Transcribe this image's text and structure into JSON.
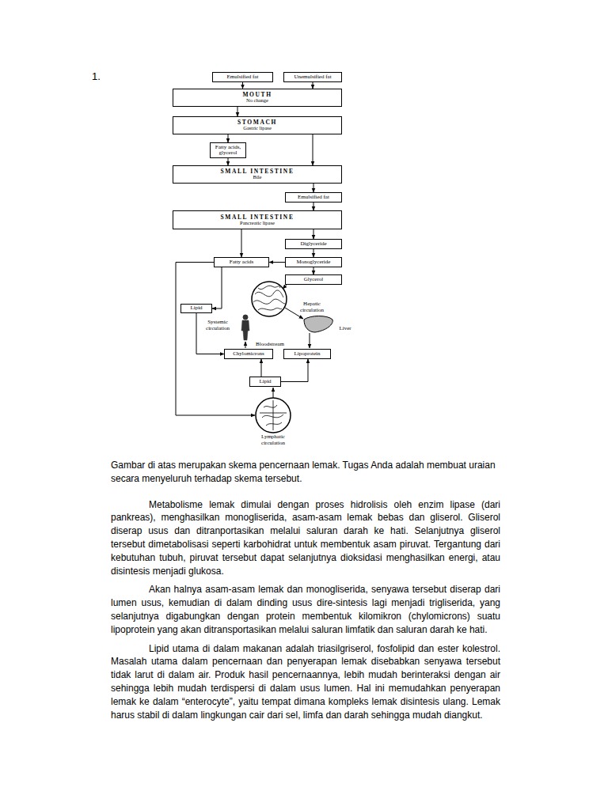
{
  "diagram": {
    "nodes": [
      {
        "text": [
          "Emulsified fat"
        ]
      },
      {
        "text": [
          "Unemulsified fat"
        ]
      },
      {
        "text": [
          "MOUTH",
          "No change"
        ]
      },
      {
        "text": [
          "STOMACH",
          "Gastric lipase"
        ]
      },
      {
        "text": [
          "Fatty acids, glycerol"
        ]
      },
      {
        "text": [
          "SMALL INTESTINE",
          "Bile"
        ]
      },
      {
        "text": [
          "Emulsified fat"
        ]
      },
      {
        "text": [
          "SMALL INTESTINE",
          "Pancreatic lipase"
        ]
      },
      {
        "text": [
          "Diglyceride"
        ]
      },
      {
        "text": [
          "Fatty acids"
        ]
      },
      {
        "text": [
          "Monoglyceride"
        ]
      },
      {
        "text": [
          "Glycerol"
        ]
      },
      {
        "text": [
          "Lipid"
        ]
      },
      {
        "text": [
          "Chylomicrons"
        ]
      },
      {
        "text": [
          "Lipoprotein"
        ]
      },
      {
        "text": [
          "Lipid"
        ]
      }
    ],
    "edges": [
      {
        "from": 0,
        "to": 2,
        "arrow": "to"
      },
      {
        "from": 1,
        "to": 2,
        "arrow": "to"
      },
      {
        "from": 2,
        "to": 3,
        "arrow": "to"
      },
      {
        "from": 3,
        "to": 4,
        "arrow": "to"
      },
      {
        "from": 4,
        "to": 5,
        "arrow": "to"
      },
      {
        "from": 3,
        "to": 5,
        "arrow": "to"
      },
      {
        "from": 5,
        "to": 6,
        "arrow": "to"
      },
      {
        "from": 6,
        "to": 7,
        "arrow": "to"
      },
      {
        "from": 7,
        "to": 8,
        "arrow": "to"
      },
      {
        "from": 8,
        "to": 10,
        "arrow": "to"
      },
      {
        "from": 10,
        "to": 9,
        "arrow": "to"
      },
      {
        "from": 10,
        "to": 11,
        "arrow": "to"
      },
      {
        "from": 7,
        "to": 9,
        "arrow": "to"
      },
      {
        "from": 9,
        "to": 12,
        "arrow": "to"
      },
      {
        "from": 12,
        "to": 13,
        "arrow": "to"
      },
      {
        "from": 15,
        "to": 13,
        "arrow": "to"
      },
      {
        "from": 15,
        "to": 14,
        "arrow": "to"
      }
    ],
    "labels": [
      "1.",
      "Hepatic circulation",
      "Bloodstream",
      "Liver",
      "Systemic circulation",
      "Lymphatic circulation",
      "Gambar di atas merupakan skema pencernaan lemak. Tugas Anda adalah membuat uraian secara menyeluruh terhadap skema tersebut.",
      "Metabolisme lemak dimulai dengan proses hidrolisis oleh enzim lipase (dari pankreas), menghasilkan monogliserida, asam-asam lemak bebas dan gliserol. Gliserol diserap usus dan ditranportasikan melalui saluran darah ke hati. Selanjutnya gliserol tersebut dimetabolisasi seperti karbohidrat untuk membentuk asam piruvat. Tergantung dari kebutuhan tubuh, piruvat tersebut dapat selanjutnya dioksidasi menghasilkan energi, atau disintesis menjadi glukosa.",
      "Akan halnya asam-asam lemak dan monogliserida, senyawa tersebut diserap dari lumen usus, kemudian di dalam dinding usus dire-sintesis lagi menjadi trigliserida, yang selanjutnya digabungkan dengan protein membentuk kilomikron (chylomicrons) suatu lipoprotein yang akan ditransportasikan melalui saluran limfatik dan saluran darah ke hati.",
      "Lipid utama di dalam makanan adalah triasilgriserol, fosfolipid dan ester kolestrol. Masalah utama dalam pencernaan dan penyerapan lemak disebabkan senyawa tersebut tidak larut di dalam air. Produk hasil pencernaannya, lebih mudah berinteraksi dengan air sehingga lebih mudah terdispersi di dalam usus lumen. Hal ini memudahkan penyerapan lemak ke dalam “enterocyte”, yaitu tempat dimana kompleks lemak disintesis ulang. Lemak harus stabil di dalam lingkungan cair dari sel, limfa dan darah sehingga mudah diangkut."
    ]
  }
}
